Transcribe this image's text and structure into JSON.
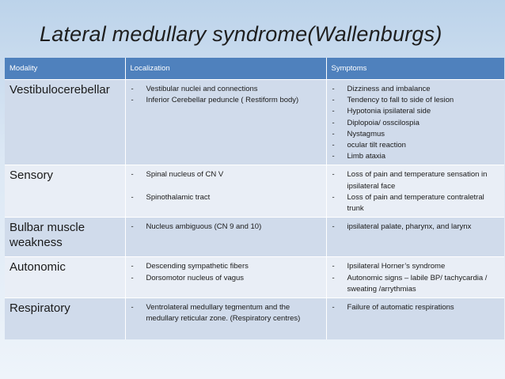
{
  "slide": {
    "title": "Lateral medullary syndrome(Wallenburgs)"
  },
  "table": {
    "headers": [
      "Modality",
      "Localization",
      "Symptoms"
    ],
    "rows": [
      {
        "modality": "Vestibulocerebellar",
        "localization": [
          "Vestibular nuclei and connections",
          "Inferior Cerebellar peduncle ( Restiform body)"
        ],
        "symptoms": [
          "Dizziness and imbalance",
          "Tendency to fall to side of lesion",
          "Hypotonia ipsilateral side",
          "Diplopoia/ osscilospia",
          "Nystagmus",
          "ocular tilt reaction",
          "Limb ataxia"
        ]
      },
      {
        "modality": "Sensory",
        "localization": [
          "Spinal nucleus of CN V",
          "Spinothalamic tract"
        ],
        "symptoms": [
          "Loss of pain and temperature sensation in ipsilateral face",
          "Loss of pain and temperature contraletral trunk"
        ]
      },
      {
        "modality": "Bulbar muscle weakness",
        "localization": [
          "Nucleus ambiguous  (CN 9 and 10)"
        ],
        "symptoms": [
          "ipsilateral palate, pharynx, and larynx"
        ]
      },
      {
        "modality": "Autonomic",
        "localization": [
          "Descending sympathetic fibers",
          "Dorsomotor nucleus of vagus"
        ],
        "symptoms": [
          "Ipsilateral Horner’s syndrome",
          "Autonomic signs – labile BP/ tachycardia / sweating /arrythmias"
        ]
      },
      {
        "modality": "Respiratory",
        "localization": [
          "Ventrolateral medullary tegmentum and the medullary reticular zone. (Respiratory centres)"
        ],
        "symptoms": [
          "Failure of automatic respirations"
        ]
      }
    ]
  },
  "colors": {
    "header_bg": "#4f81bd",
    "row_odd": "#d0dbeb",
    "row_even": "#e9eef6"
  }
}
